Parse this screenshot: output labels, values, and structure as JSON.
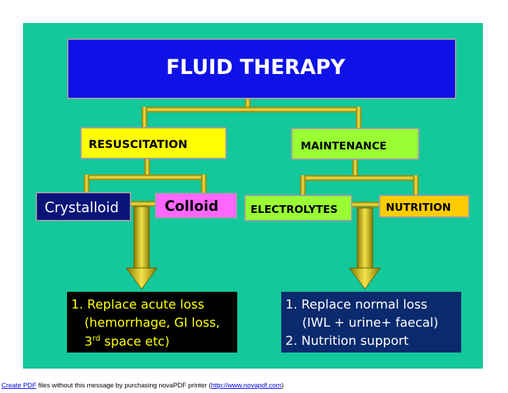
{
  "diagram": {
    "title": "FLUID THERAPY",
    "branches": {
      "resuscitation": "RESUSCITATION",
      "maintenance": "MAINTENANCE"
    },
    "leaves": {
      "crystalloid": "Crystalloid",
      "colloid": "Colloid",
      "electrolytes": "ELECTROLYTES",
      "nutrition": "NUTRITION"
    },
    "resuscitation_notes": {
      "line1": "1. Replace acute loss",
      "line2": "(hemorrhage, GI loss,",
      "line3_pre": "3",
      "line3_sup": "rd",
      "line3_post": " space etc)"
    },
    "maintenance_notes": {
      "line1": "1. Replace normal loss",
      "line2": "(IWL + urine+ faecal)",
      "line3": "2. Nutrition support"
    }
  },
  "footer": {
    "link1": "Create PDF",
    "text1": " files without this message by purchasing novaPDF printer (",
    "link2": "http://www.novapdf.com",
    "text2": ")"
  },
  "colors": {
    "slide_background": "#13c89a",
    "title_box": "#0f12e6",
    "resuscitation_box": "#fffe00",
    "maintenance_box": "#99ff33",
    "crystalloid_box": "#0a1478",
    "colloid_box": "#ff66ff",
    "nutrition_box": "#ffcc00",
    "connector_gold": "#c8b400"
  }
}
